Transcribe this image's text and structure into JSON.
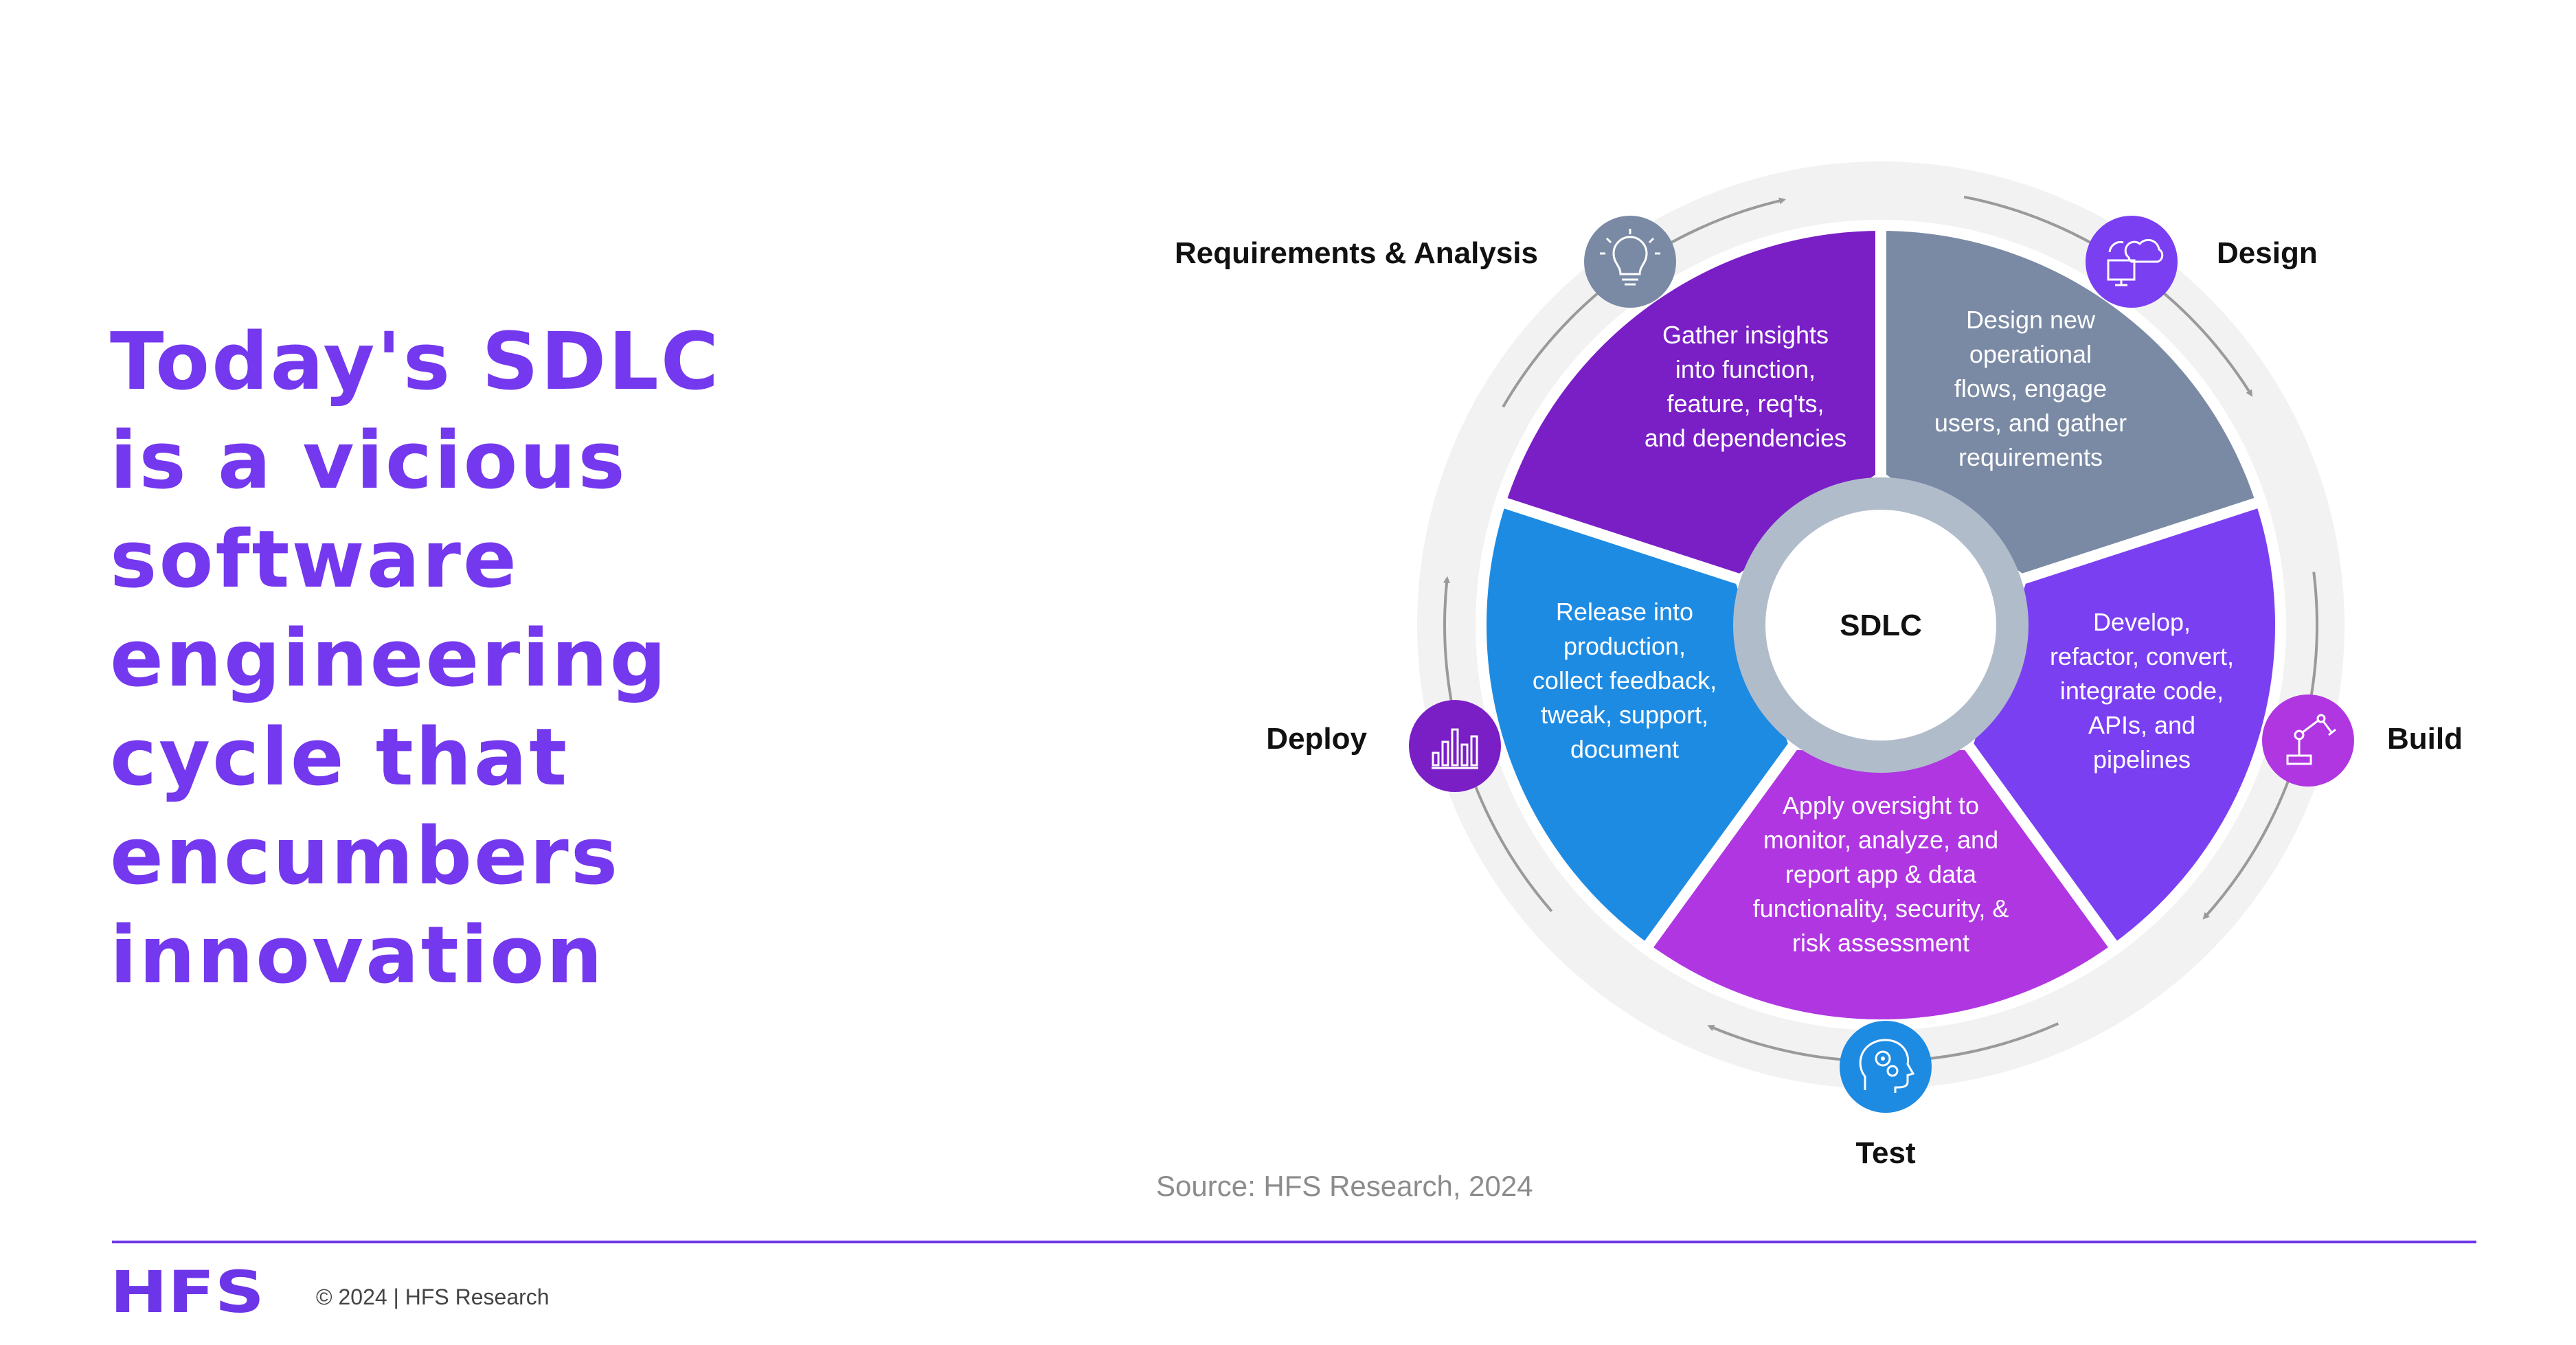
{
  "headline": "Today's SDLC\nis a vicious\nsoftware\nengineering\ncycle that\nencumbers\ninnovation",
  "diagram": {
    "center_label": "SDLC",
    "phases": [
      {
        "name": "Requirements & Analysis",
        "description": [
          "Gather insights",
          "into function,",
          "feature, req'ts,",
          "and dependencies"
        ],
        "color": "#7a8aa4",
        "icon": "lightbulb-icon"
      },
      {
        "name": "Design",
        "description": [
          "Design new",
          "operational",
          "flows, engage",
          "users, and gather",
          "requirements"
        ],
        "color": "#7b3ff2",
        "icon": "cloud-monitor-icon"
      },
      {
        "name": "Build",
        "description": [
          "Develop,",
          "refactor, convert,",
          "integrate code,",
          "APIs, and",
          "pipelines"
        ],
        "color": "#b036e2",
        "icon": "robot-arm-icon"
      },
      {
        "name": "Test",
        "description": [
          "Apply oversight to",
          "monitor, analyze, and",
          "report app & data",
          "functionality, security, &",
          "risk assessment"
        ],
        "color": "#1e8be3",
        "icon": "head-gears-icon"
      },
      {
        "name": "Deploy",
        "description": [
          "Release into",
          "production,",
          "collect feedback,",
          "tweak, support,",
          "document"
        ],
        "color": "#7a1ec6",
        "icon": "bar-chart-icon"
      }
    ]
  },
  "source": "Source: HFS Research, 2024",
  "footer": {
    "logo_text": "HFS",
    "copyright": "© 2024 | HFS Research"
  },
  "colors": {
    "accent": "#7438ee",
    "ring": "#f2f2f2",
    "arrows": "#9a9a9a",
    "hub": "#b1bccb"
  }
}
